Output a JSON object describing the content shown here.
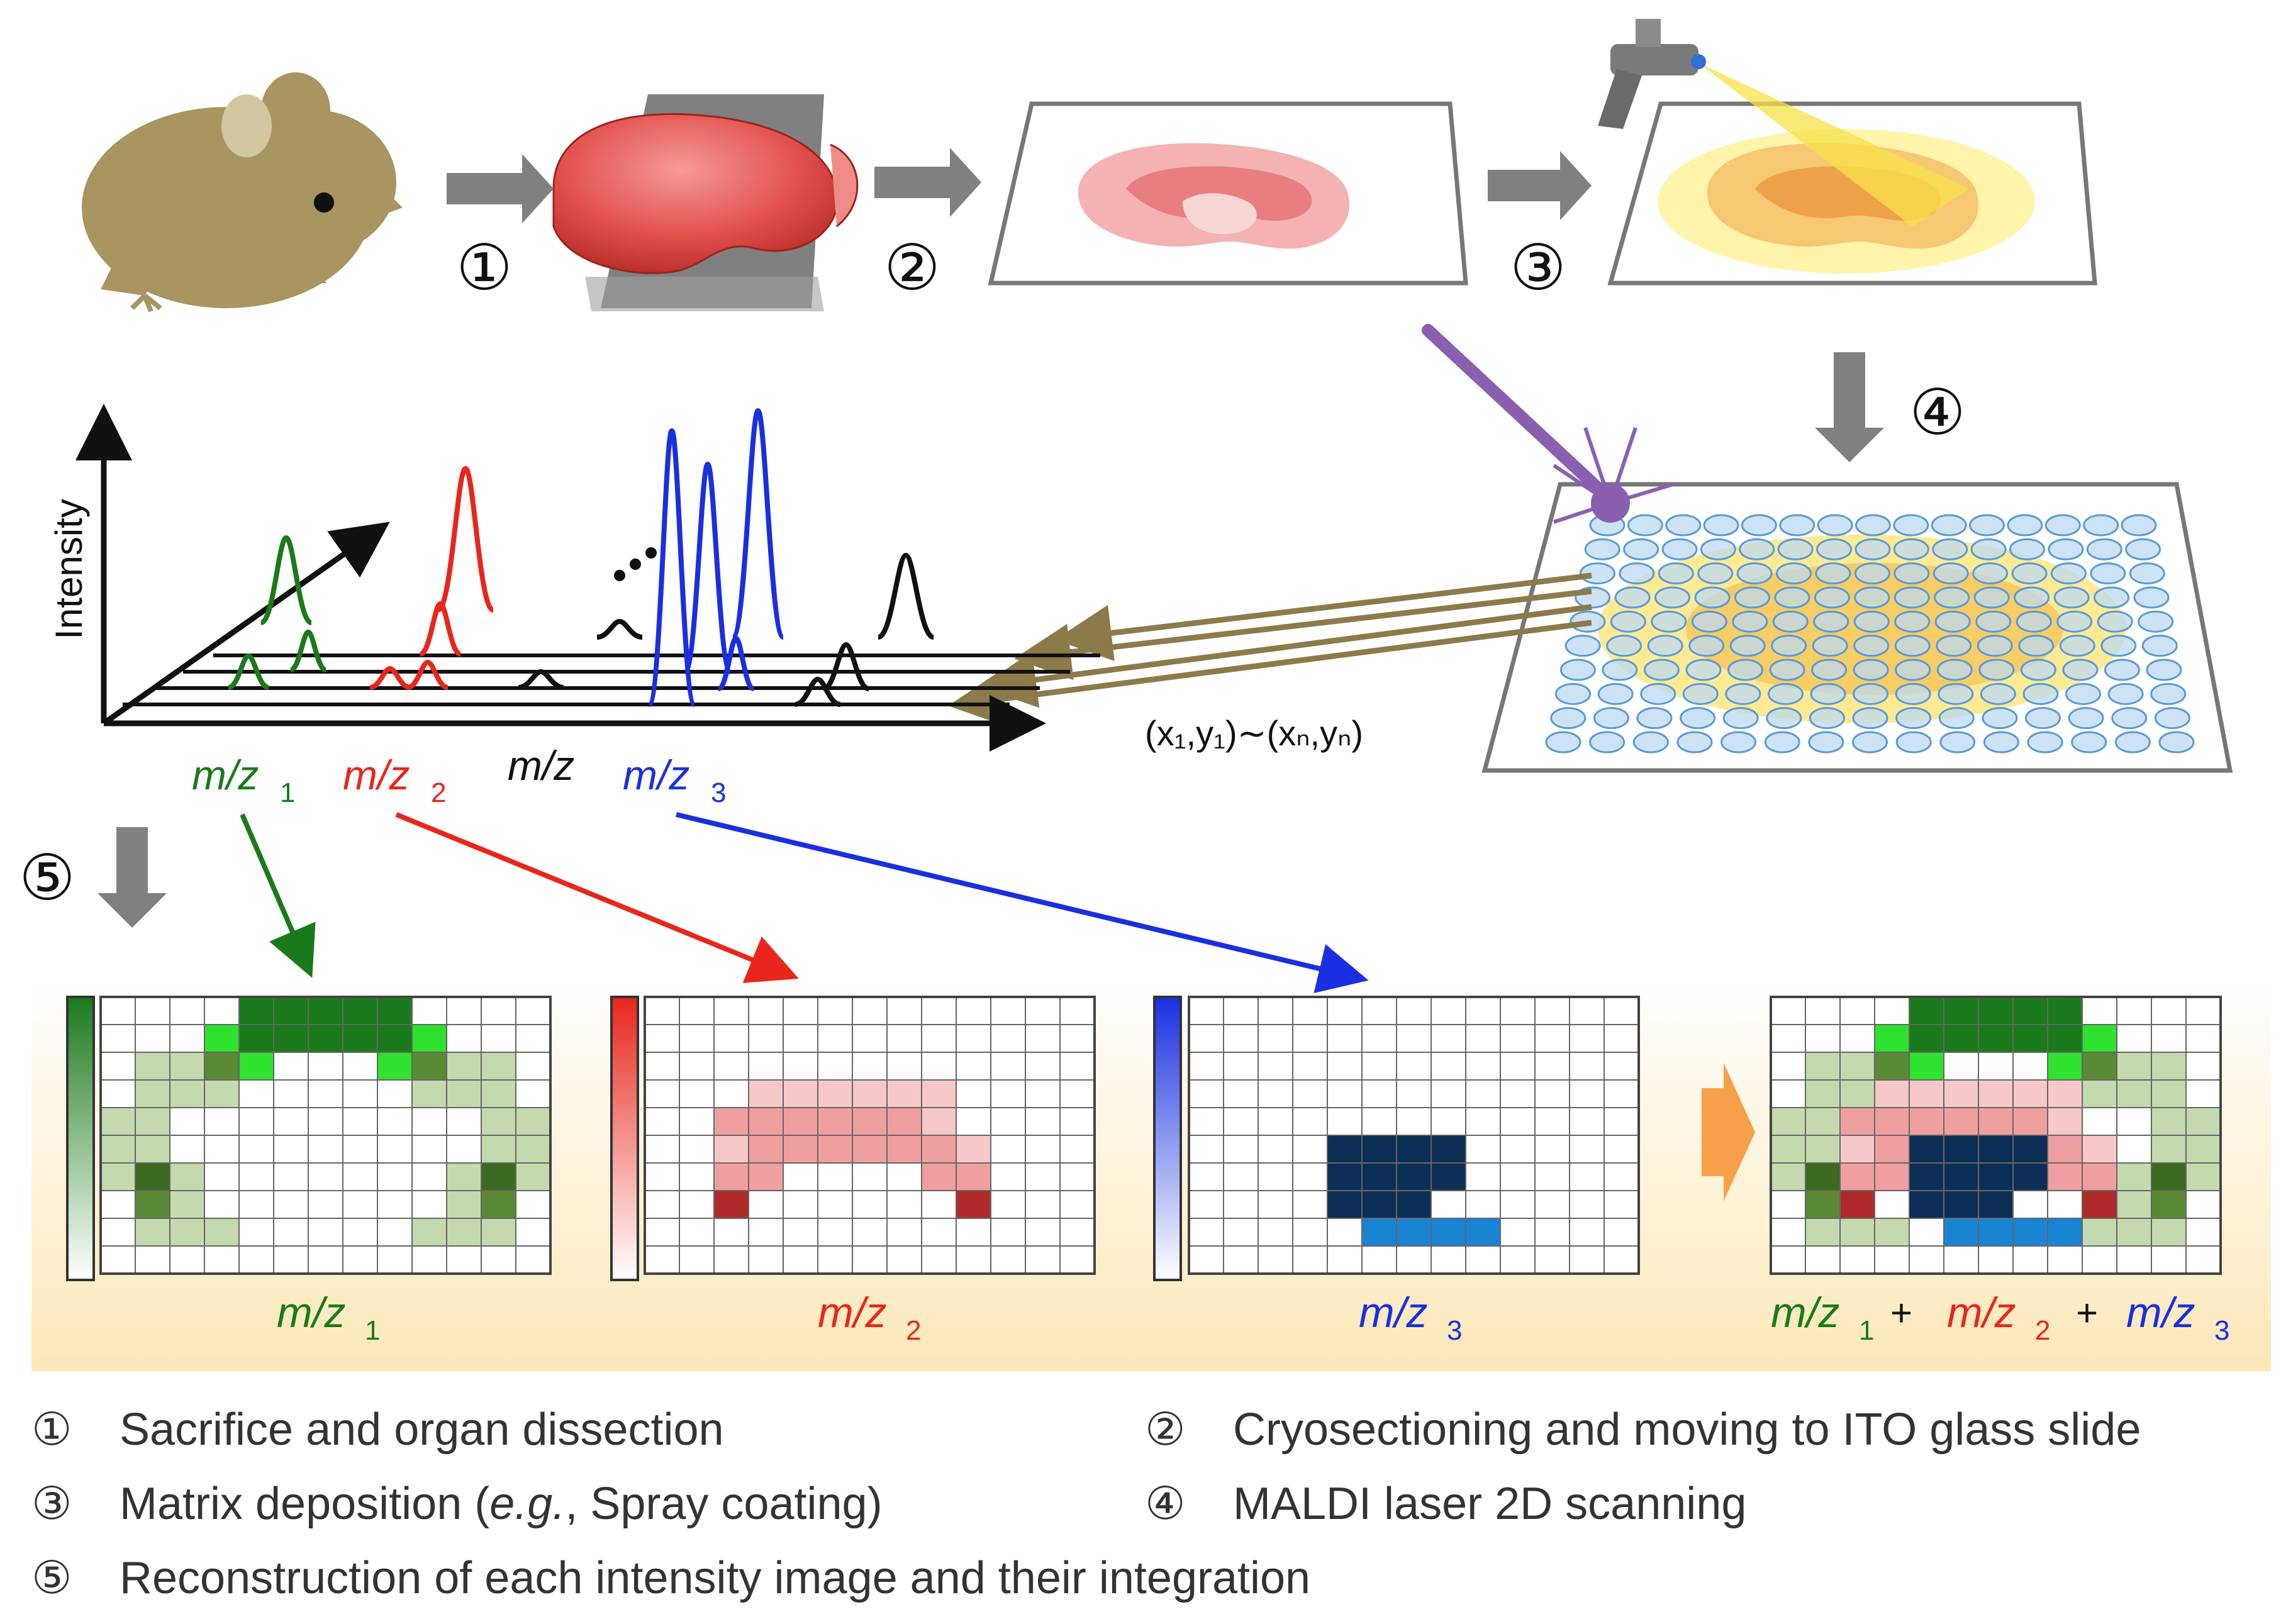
{
  "steps": {
    "s1": "①",
    "s2": "②",
    "s3": "③",
    "s4": "④",
    "s5": "⑤"
  },
  "labels": {
    "intensity": "Intensity",
    "mz": "m/z",
    "coords": "(x₁,y₁)∼(xₙ,yₙ)",
    "plus": "+"
  },
  "mz_labels": {
    "prefix": "m/z",
    "sub1": "1",
    "sub2": "2",
    "sub3": "3"
  },
  "legend": [
    {
      "num": "①",
      "text": "Sacrifice and organ dissection"
    },
    {
      "num": "②",
      "text": "Cryosectioning and moving to ITO glass slide"
    },
    {
      "num": "③",
      "text_parts": [
        "Matrix deposition (",
        "e.g.",
        ", Spray coating)"
      ]
    },
    {
      "num": "④",
      "text": "MALDI laser 2D scanning"
    },
    {
      "num": "⑤",
      "text": "Reconstruction of each intensity image and their integration"
    }
  ],
  "colors": {
    "green": "#1a7a1a",
    "red": "#e8261c",
    "blue": "#1a2fe0",
    "black": "#111111",
    "arrow_gray": "#808080",
    "laser": "#8a5fb0",
    "olive_arrow": "#8c7a4a"
  }
}
